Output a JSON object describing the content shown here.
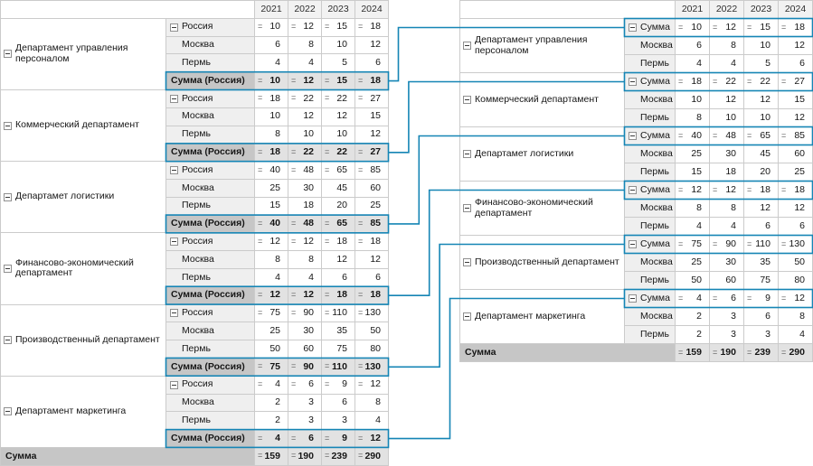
{
  "colors": {
    "accent": "#1585b5",
    "border": "#cbcbcb",
    "header_bg": "#f2f2f2",
    "row_label_bg": "#efefef",
    "subtotal_label_bg": "#c6c6c6",
    "subtotal_value_bg": "#e2e2e2"
  },
  "years": [
    "2021",
    "2022",
    "2023",
    "2024"
  ],
  "icons": {
    "aggregate_glyph": "=",
    "collapse_icon": "minus-box"
  },
  "left_table": {
    "country_label": "Россия",
    "sum_row_label": "Сумма (Россия)",
    "footer_label": "Сумма"
  },
  "right_table": {
    "sum_row_label": "Сумма",
    "footer_label": "Сумма"
  },
  "footer_values": [
    "159",
    "190",
    "239",
    "290"
  ],
  "departments": [
    {
      "name": "Департамент управления персоналом",
      "totals": [
        "10",
        "12",
        "15",
        "18"
      ],
      "cities": [
        {
          "label": "Москва",
          "values": [
            "6",
            "8",
            "10",
            "12"
          ]
        },
        {
          "label": "Пермь",
          "values": [
            "4",
            "4",
            "5",
            "6"
          ]
        }
      ]
    },
    {
      "name": "Коммерческий департамент",
      "totals": [
        "18",
        "22",
        "22",
        "27"
      ],
      "cities": [
        {
          "label": "Москва",
          "values": [
            "10",
            "12",
            "12",
            "15"
          ]
        },
        {
          "label": "Пермь",
          "values": [
            "8",
            "10",
            "10",
            "12"
          ]
        }
      ]
    },
    {
      "name": "Департамет логистики",
      "totals": [
        "40",
        "48",
        "65",
        "85"
      ],
      "cities": [
        {
          "label": "Москва",
          "values": [
            "25",
            "30",
            "45",
            "60"
          ]
        },
        {
          "label": "Пермь",
          "values": [
            "15",
            "18",
            "20",
            "25"
          ]
        }
      ]
    },
    {
      "name": "Финансово-экономический департамент",
      "totals": [
        "12",
        "12",
        "18",
        "18"
      ],
      "cities": [
        {
          "label": "Москва",
          "values": [
            "8",
            "8",
            "12",
            "12"
          ]
        },
        {
          "label": "Пермь",
          "values": [
            "4",
            "4",
            "6",
            "6"
          ]
        }
      ]
    },
    {
      "name": "Производственный департамент",
      "totals": [
        "75",
        "90",
        "110",
        "130"
      ],
      "cities": [
        {
          "label": "Москва",
          "values": [
            "25",
            "30",
            "35",
            "50"
          ]
        },
        {
          "label": "Пермь",
          "values": [
            "50",
            "60",
            "75",
            "80"
          ]
        }
      ]
    },
    {
      "name": "Департамент маркетинга",
      "totals": [
        "4",
        "6",
        "9",
        "12"
      ],
      "cities": [
        {
          "label": "Москва",
          "values": [
            "2",
            "3",
            "6",
            "8"
          ]
        },
        {
          "label": "Пермь",
          "values": [
            "2",
            "3",
            "3",
            "4"
          ]
        }
      ]
    }
  ]
}
